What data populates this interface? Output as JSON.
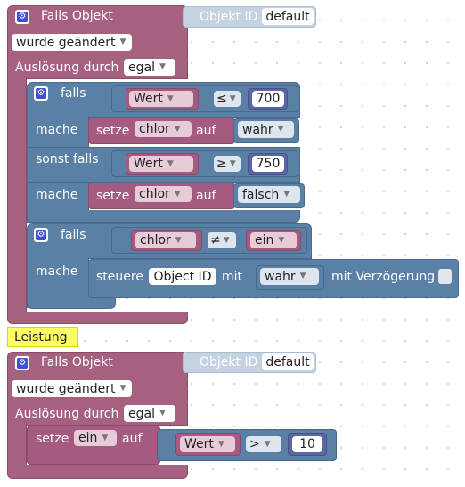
{
  "block1": {
    "title": "Falls Objekt",
    "object_id_label": "Objekt ID",
    "object_id_value": "default",
    "change_mode": "wurde geändert",
    "trigger_label": "Auslösung durch",
    "trigger_value": "egal",
    "if1": {
      "if_label": "falls",
      "left_var": "Wert",
      "operator": "≤",
      "number": "700",
      "do_label": "mache",
      "set_label": "setze",
      "set_var": "chlor",
      "to_label": "auf",
      "set_value": "wahr",
      "elseif_label": "sonst falls",
      "left_var2": "Wert",
      "operator2": "≥",
      "number2": "750",
      "do_label2": "mache",
      "set_label2": "setze",
      "set_var2": "chlor",
      "to_label2": "auf",
      "set_value2": "falsch"
    },
    "if2": {
      "if_label": "falls",
      "left_var": "chlor",
      "operator": "≠",
      "right_var": "ein",
      "do_label": "mache",
      "control_label": "steuere",
      "object_id_value": "Object ID",
      "with_label": "mit",
      "value": "wahr",
      "delay_label": "mit Verzögerung"
    }
  },
  "comment": "Leistung",
  "block2": {
    "title": "Falls Objekt",
    "object_id_label": "Objekt ID",
    "object_id_value": "default",
    "change_mode": "wurde geändert",
    "trigger_label": "Auslösung durch",
    "trigger_value": "egal",
    "set_label": "setze",
    "set_var": "ein",
    "to_label": "auf",
    "left_var": "Wert",
    "operator": ">",
    "number": "10"
  },
  "colors": {
    "event": "#a5617f",
    "control": "#5b80a5",
    "variable": "#a55b80",
    "gear": "#3c4fd0",
    "comment": "#ffff66"
  }
}
